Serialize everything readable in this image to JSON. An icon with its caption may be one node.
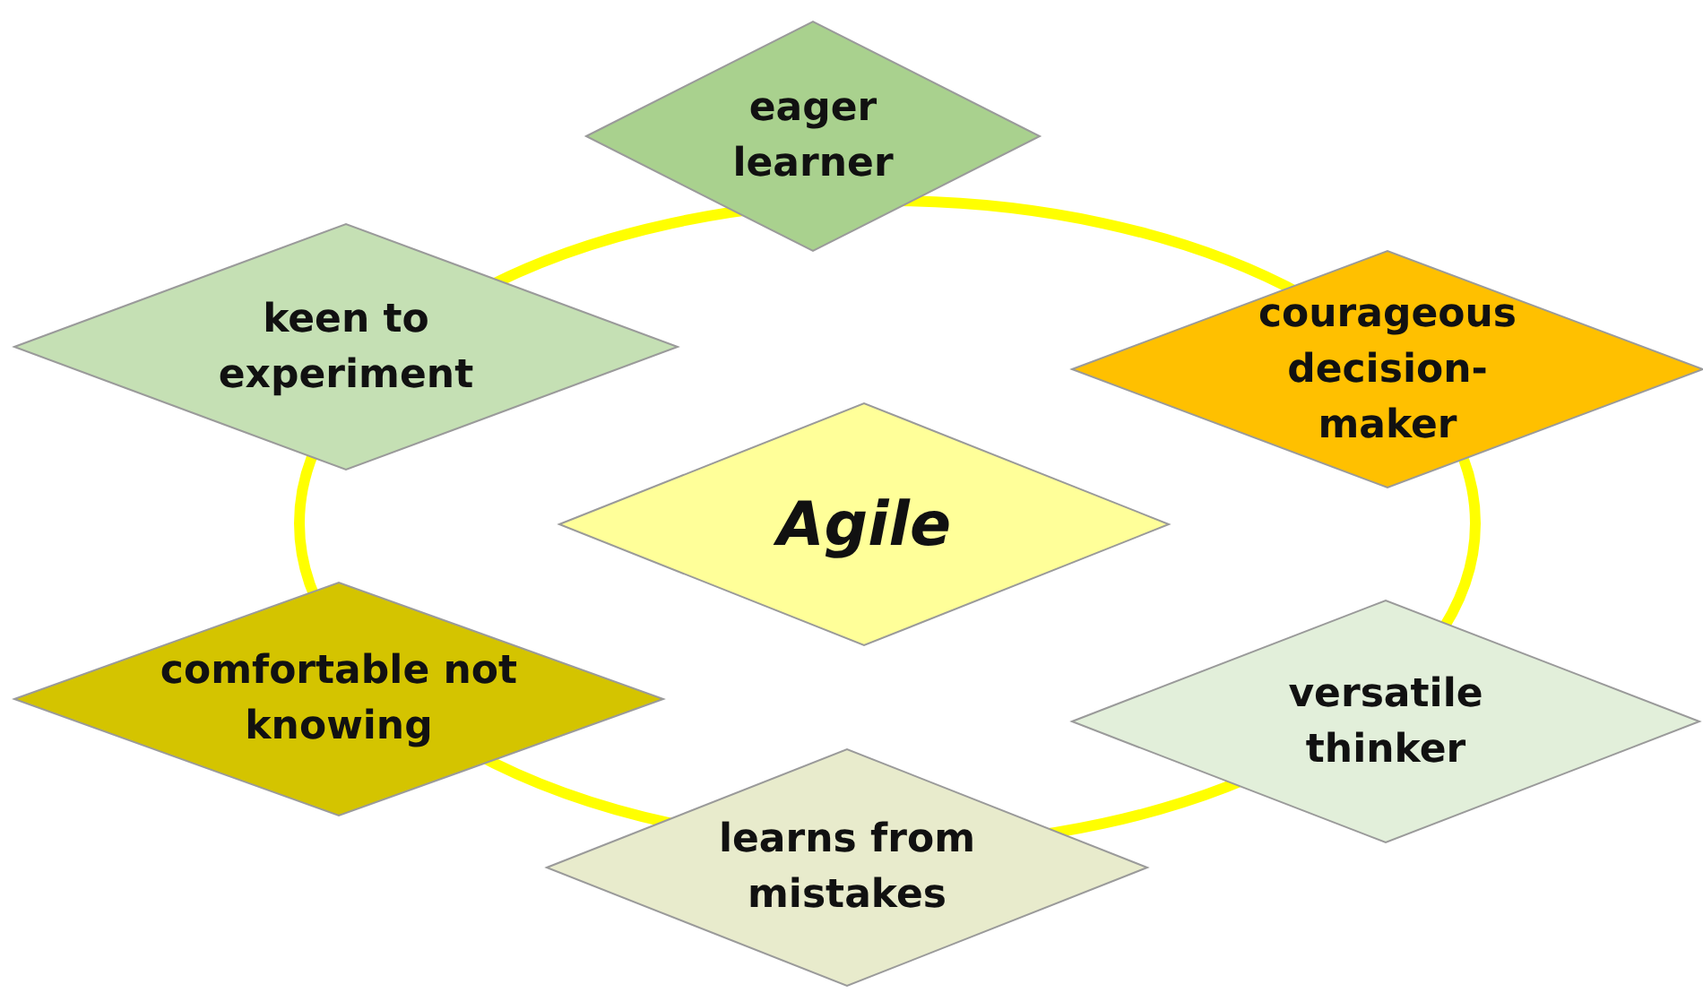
{
  "diagram": {
    "nodes": [
      {
        "text": [
          "eager learner"
        ]
      },
      {
        "text": [
          "keen to experiment"
        ]
      },
      {
        "text": [
          "courageous decision-maker"
        ]
      },
      {
        "text": [
          "Agile"
        ]
      },
      {
        "text": [
          "comfortable not knowing"
        ]
      },
      {
        "text": [
          "versatile thinker"
        ]
      },
      {
        "text": [
          "learns from mistakes"
        ]
      }
    ],
    "edges": []
  }
}
